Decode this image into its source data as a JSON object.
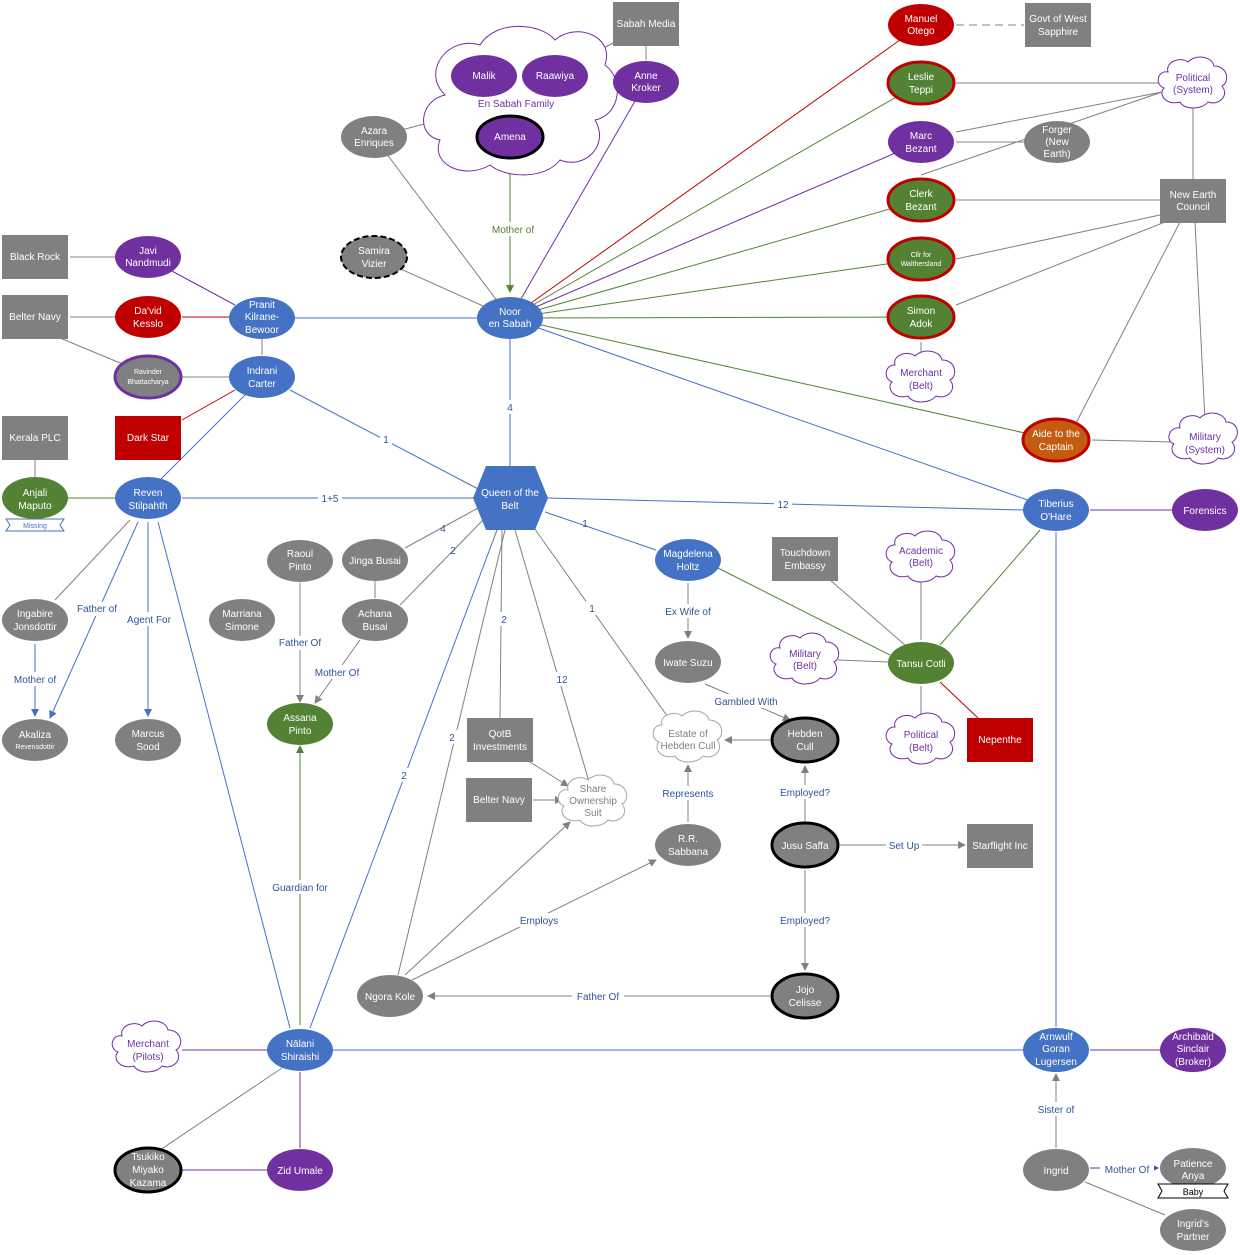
{
  "colors": {
    "blue": "#4472c4",
    "grey": "#808080",
    "green": "#548235",
    "purple": "#7030a0",
    "red": "#c00000",
    "orange": "#c55a11",
    "cloud_stroke": "#7030a0",
    "cloud_grey_stroke": "#a6a6a6",
    "label_text": "#2f5597"
  },
  "nodes": {
    "sabah_media": "Sabah Media",
    "malik": "Malik",
    "raawiya": "Raawiya",
    "en_sabah_family": "En Sabah Family",
    "amena": "Amena",
    "anne_kroker": [
      "Anne",
      "Kroker"
    ],
    "azara_enriques": [
      "Azara",
      "Enriques"
    ],
    "manuel_otego": [
      "Manuel",
      "Otego"
    ],
    "govt_west_sapphire": [
      "Govt of West",
      "Sapphire"
    ],
    "leslie_teppi": [
      "Leslie",
      "Teppi"
    ],
    "political_system": [
      "Political",
      "(System)"
    ],
    "marc_bezant": [
      "Marc",
      "Bezant"
    ],
    "forger": [
      "Forger",
      "(New",
      "Earth)"
    ],
    "clerk_bezant": [
      "Clerk",
      "Bezant"
    ],
    "new_earth_council": [
      "New Earth",
      "Council"
    ],
    "cllr": [
      "Cllr for",
      "Walthersland"
    ],
    "simon_adok": [
      "Simon",
      "Adok"
    ],
    "merchant_belt": [
      "Merchant",
      "(Belt)"
    ],
    "aide_captain": [
      "Aide to the",
      "Captain"
    ],
    "military_system": [
      "Military",
      "(System)"
    ],
    "black_rock": "Black Rock",
    "javi": [
      "Javi",
      "Nandmudi"
    ],
    "belter_navy": "Belter Navy",
    "david_kesslo": [
      "Da'vid",
      "Kesslo"
    ],
    "pranit": [
      "Pranit",
      "Kilrane-",
      "Bewoor"
    ],
    "samira": [
      "Samira",
      "Vizier"
    ],
    "noor": [
      "Noor",
      "en Sabah"
    ],
    "ravinder": [
      "Ravinder",
      "Bhattacharya"
    ],
    "indrani": [
      "Indrani",
      "Carter"
    ],
    "kerala": "Kerala PLC",
    "dark_star": "Dark Star",
    "anjali": [
      "Anjali",
      "Maputo"
    ],
    "missing": "Missing",
    "reven": [
      "Reven",
      "Stilpahth"
    ],
    "queen": [
      "Queen of the",
      "Belt"
    ],
    "tiberius": [
      "Tiberius",
      "O'Hare"
    ],
    "forensics": "Forensics",
    "magdelena": [
      "Magdelena",
      "Holtz"
    ],
    "touchdown": [
      "Touchdown",
      "Embassy"
    ],
    "academic_belt": [
      "Academic",
      "(Belt)"
    ],
    "raoul": [
      "Raoul",
      "Pinto"
    ],
    "jinga": "Jinga Busai",
    "marriana": [
      "Marriana",
      "Simone"
    ],
    "achana": [
      "Achana",
      "Busai"
    ],
    "ingabire": [
      "Ingabire",
      "Jonsdottir"
    ],
    "iwate": "Iwate Suzu",
    "military_belt": [
      "Military",
      "(Belt)"
    ],
    "tansu": "Tansu Cotli",
    "assana": [
      "Assana",
      "Pinto"
    ],
    "akaliza": [
      "Akaliza",
      "Revensdottir"
    ],
    "marcus": [
      "Marcus",
      "Sood"
    ],
    "qotb": [
      "QotB",
      "Investments"
    ],
    "estate": [
      "Estate of",
      "Hebden Cull"
    ],
    "hebden": [
      "Hebden",
      "Cull"
    ],
    "political_belt": [
      "Political",
      "(Belt)"
    ],
    "nepenthe": "Nepenthe",
    "belter_navy2": "Belter Navy",
    "share": [
      "Share",
      "Ownership",
      "Suit"
    ],
    "rr": [
      "R.R.",
      "Sabbana"
    ],
    "jusu": "Jusu Saffa",
    "starflight": "Starflight Inc",
    "jojo": [
      "Jojo",
      "Celisse"
    ],
    "ngora": "Ngora Kole",
    "merchant_pilots": [
      "Merchant",
      "(Pilots)"
    ],
    "nalani": [
      "Nālani",
      "Shiraishi"
    ],
    "arnwulf": [
      "Arnwulf",
      "Goran",
      "Lugersen"
    ],
    "archibald": [
      "Archibald",
      "Sinclair",
      "(Broker)"
    ],
    "tsukiko": [
      "Tsukiko",
      "Miyako",
      "Kazama"
    ],
    "zid": "Zid Umale",
    "ingrid": "Ingrid",
    "patience": [
      "Patience",
      "Anya"
    ],
    "baby": "Baby",
    "ingrids_partner": [
      "Ingrid's",
      "Partner"
    ]
  },
  "edge_labels": {
    "mother_of_amena": "Mother of",
    "noor_queen": "4",
    "indrani_queen": "1",
    "reven_queen": "1+5",
    "queen_tiberius": "12",
    "queen_jinga": "4",
    "queen_achana": "2",
    "queen_magdelena": "1",
    "queen_qotb": "2",
    "queen_share": "12",
    "queen_estate": "1",
    "queen_ngora": "2",
    "queen_nalani": "2",
    "father_of": "Father of",
    "agent_for": "Agent For",
    "mother_of_akaliza": "Mother of",
    "father_of_assana": "Father Of",
    "mother_of_assana": "Mother Of",
    "ex_wife_of": "Ex Wife of",
    "gambled_with": "Gambled With",
    "represents": "Represents",
    "employed_hebden": "Employed?",
    "set_up": "Set Up",
    "employed_jojo": "Employed?",
    "employs": "Employs",
    "father_of_ngora": "Father Of",
    "guardian_for": "Guardian for",
    "sister_of": "Sister of",
    "mother_of_patience": "Mother Of"
  }
}
